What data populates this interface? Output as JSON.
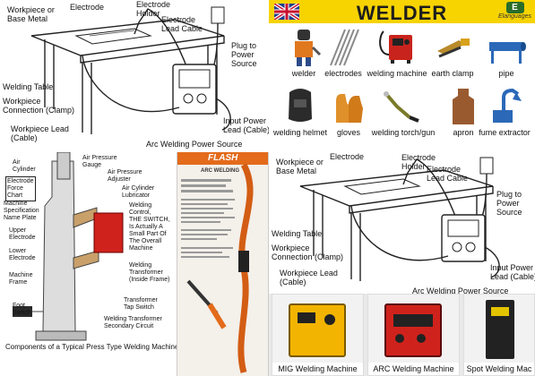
{
  "tile1": {
    "labels": {
      "workpiece": "Workpiece or\nBase Metal",
      "electrode": "Electrode",
      "electrode_holder": "Electrode\nHolder",
      "electrode_lead": "Electrode\nLead Cable",
      "plug": "Plug to\nPower\nSource",
      "welding_table": "Welding Table",
      "workpiece_conn": "Workpiece\nConnection (Clamp)",
      "workpiece_lead": "Workpiece Lead\n(Cable)",
      "input_power": "Input Power\nLead (Cable)",
      "caption": "Arc Welding Power Source"
    }
  },
  "tile2": {
    "title": "WELDER",
    "brand_badge": "E",
    "brand_name": "Elanguages",
    "items": [
      {
        "label": "welder",
        "icon": "welder-person-icon"
      },
      {
        "label": "electrodes",
        "icon": "electrodes-icon"
      },
      {
        "label": "welding machine",
        "icon": "welding-machine-icon"
      },
      {
        "label": "earth clamp",
        "icon": "earth-clamp-icon"
      },
      {
        "label": "pipe",
        "icon": "pipe-icon"
      },
      {
        "label": "welding helmet",
        "icon": "welding-helmet-icon"
      },
      {
        "label": "gloves",
        "icon": "gloves-icon"
      },
      {
        "label": "welding torch/gun",
        "icon": "welding-torch-icon"
      },
      {
        "label": "apron",
        "icon": "apron-icon"
      },
      {
        "label": "fume extractor",
        "icon": "fume-extractor-icon"
      }
    ]
  },
  "tile3": {
    "labels": {
      "air_cylinder": "Air\nCylinder",
      "air_pressure_gauge": "Air Pressure\nGauge",
      "air_pressure_adjuster": "Air Pressure\nAdjuster",
      "electrode_force_chart": "Electrode\nForce\nChart",
      "nameplate": "Machine\nSpecification\nName Plate",
      "air_cyl_lub": "Air Cylinder\nLubricator",
      "welding_control": "Welding\nControl,\nTHE SWITCH,\nIs Actually A\nSmall Part Of\nThe Overall\nMachine",
      "upper_electrode": "Upper\nElectrode",
      "lower_electrode": "Lower\nElectrode",
      "machine_frame": "Machine\nFrame",
      "welding_transformer": "Welding\nTransformer\n(Inside Frame)",
      "foot_switch": "Foot\nSwitch",
      "transformer_tap": "Transformer\nTap Switch",
      "secondary_circuit": "Welding Transformer\nSecondary Circuit",
      "caption": "Components of a Typical Press Type Welding Machine"
    }
  },
  "tile4": {
    "brand": "FLASH",
    "tag": "ARC WELDING"
  },
  "tile5": {
    "labels": {
      "workpiece": "Workpiece or\nBase Metal",
      "electrode": "Electrode",
      "electrode_holder": "Electrode\nHolder",
      "electrode_lead": "Electrode\nLead Cable",
      "plug": "Plug to\nPower\nSource",
      "welding_table": "Welding Table",
      "workpiece_conn": "Workpiece\nConnection (Clamp)",
      "workpiece_lead": "Workpiece Lead\n(Cable)",
      "input_power": "Input Power\nLead (Cable)",
      "caption": "Arc Welding Power Source"
    }
  },
  "tile6": {
    "products": [
      {
        "label": "MIG Welding Machine",
        "color": "#f2b400"
      },
      {
        "label": "ARC Welding Machine",
        "color": "#d0221c"
      },
      {
        "label": "Spot Welding Mac",
        "color": "#222222"
      }
    ]
  },
  "colors": {
    "yellow": "#f7d300",
    "red": "#d0221c",
    "orange": "#e36b1b"
  }
}
